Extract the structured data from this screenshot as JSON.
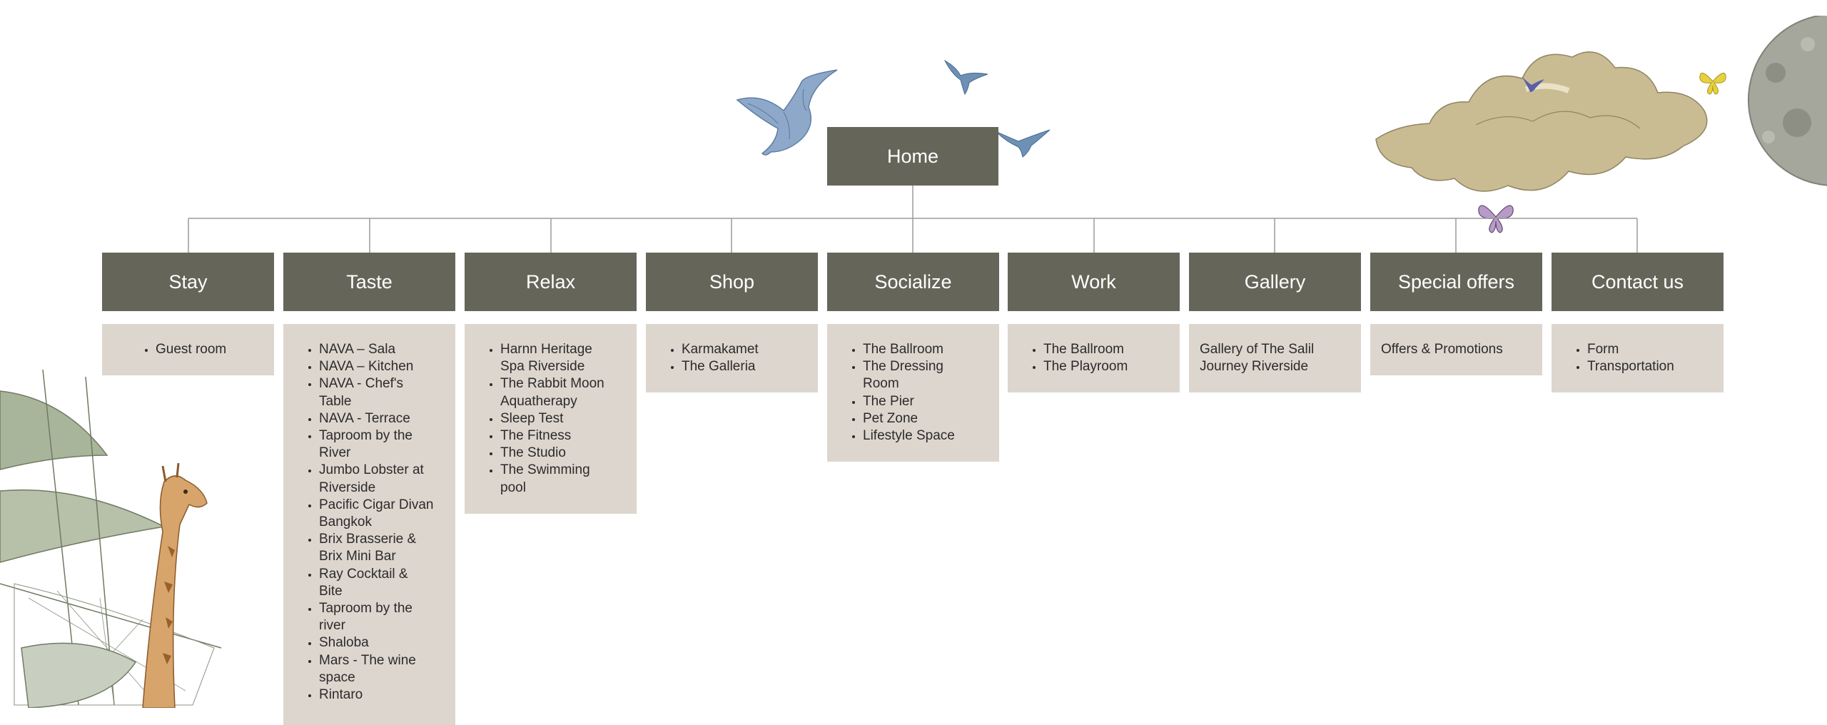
{
  "home": {
    "label": "Home"
  },
  "sections": [
    {
      "label": "Stay",
      "items": [
        "Guest room"
      ]
    },
    {
      "label": "Taste",
      "items": [
        "NAVA – Sala",
        "NAVA – Kitchen",
        "NAVA - Chef's Table",
        "NAVA - Terrace",
        "Taproom by the River",
        "Jumbo Lobster at Riverside",
        "Pacific Cigar Divan Bangkok",
        "Brix Brasserie & Brix Mini Bar",
        "Ray Cocktail & Bite",
        "Taproom by the river",
        "Shaloba",
        "Mars - The wine space",
        "Rintaro"
      ]
    },
    {
      "label": "Relax",
      "items": [
        "Harnn Heritage Spa Riverside",
        "The Rabbit Moon Aquatherapy",
        "Sleep Test",
        "The Fitness",
        "The Studio",
        "The Swimming pool"
      ]
    },
    {
      "label": "Shop",
      "items": [
        "Karmakamet",
        "The Galleria"
      ]
    },
    {
      "label": "Socialize",
      "items": [
        "The Ballroom",
        "The Dressing Room",
        "The Pier",
        "Pet Zone",
        "Lifestyle Space"
      ]
    },
    {
      "label": "Work",
      "items": [
        "The Ballroom",
        "The Playroom"
      ]
    },
    {
      "label": "Gallery",
      "text": "Gallery of The Salil Journey Riverside"
    },
    {
      "label": "Special offers",
      "text": "Offers & Promotions"
    },
    {
      "label": "Contact us",
      "items": [
        "Form",
        "Transportation"
      ]
    }
  ],
  "colors": {
    "node": "#656659",
    "panel": "#ddd6cf",
    "connector": "#9b9b9b",
    "background": "#ffffff"
  },
  "decorations": [
    "bird-icon",
    "bird-icon",
    "bird-icon",
    "cloud-icon",
    "moon-icon",
    "butterfly-icon",
    "butterfly-icon",
    "ship-icon",
    "giraffe-icon"
  ]
}
